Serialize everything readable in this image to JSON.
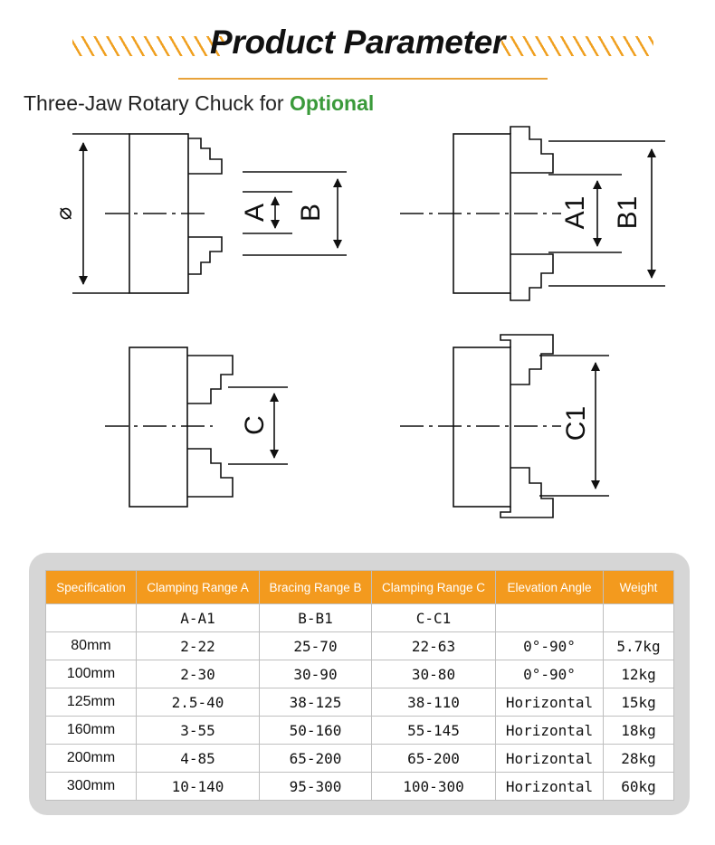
{
  "header": {
    "title": "Product Parameter",
    "subtitle_prefix": "Three-Jaw Rotary Chuck for",
    "subtitle_highlight": "Optional"
  },
  "diagram": {
    "labels": {
      "diameter": "⌀",
      "A": "A",
      "B": "B",
      "A1": "A1",
      "B1": "B1",
      "C": "C",
      "C1": "C1"
    }
  },
  "table": {
    "headers": [
      "Specification",
      "Clamping Range A",
      "Bracing Range B",
      "Clamping Range C",
      "Elevation Angle",
      "Weight"
    ],
    "rows": [
      [
        "",
        "A-A1",
        "B-B1",
        "C-C1",
        "",
        ""
      ],
      [
        "80mm",
        "2-22",
        "25-70",
        "22-63",
        "0°-90°",
        "5.7kg"
      ],
      [
        "100mm",
        "2-30",
        "30-90",
        "30-80",
        "0°-90°",
        "12kg"
      ],
      [
        "125mm",
        "2.5-40",
        "38-125",
        "38-110",
        "Horizontal",
        "15kg"
      ],
      [
        "160mm",
        "3-55",
        "50-160",
        "55-145",
        "Horizontal",
        "18kg"
      ],
      [
        "200mm",
        "4-85",
        "65-200",
        "65-200",
        "Horizontal",
        "28kg"
      ],
      [
        "300mm",
        "10-140",
        "95-300",
        "100-300",
        "Horizontal",
        "60kg"
      ]
    ]
  },
  "colors": {
    "accent": "#f39a1e",
    "highlight_green": "#3a9a3a",
    "panel_gray": "#d6d6d6"
  }
}
